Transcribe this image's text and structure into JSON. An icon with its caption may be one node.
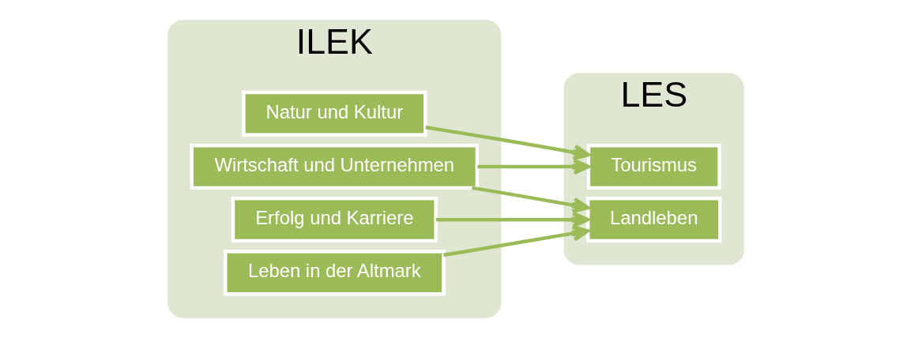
{
  "diagram": {
    "nodes": [
      {
        "text": [
          "ILEK"
        ]
      },
      {
        "text": [
          "Natur und Kultur"
        ],
        "in": 0
      },
      {
        "text": [
          "Wirtschaft und Unternehmen"
        ],
        "in": 0
      },
      {
        "text": [
          "Erfolg und Karriere"
        ],
        "in": 0
      },
      {
        "text": [
          "Leben in der Altmark"
        ],
        "in": 0
      },
      {
        "text": [
          "LES"
        ]
      },
      {
        "text": [
          "Tourismus"
        ],
        "in": 5
      },
      {
        "text": [
          "Landleben"
        ],
        "in": 5
      }
    ],
    "edges": [
      {
        "from": 1,
        "to": 6,
        "arrow": "to"
      },
      {
        "from": 2,
        "to": 6,
        "arrow": "to"
      },
      {
        "from": 2,
        "to": 7,
        "arrow": "to"
      },
      {
        "from": 3,
        "to": 7,
        "arrow": "to"
      },
      {
        "from": 4,
        "to": 7,
        "arrow": "to"
      }
    ]
  }
}
